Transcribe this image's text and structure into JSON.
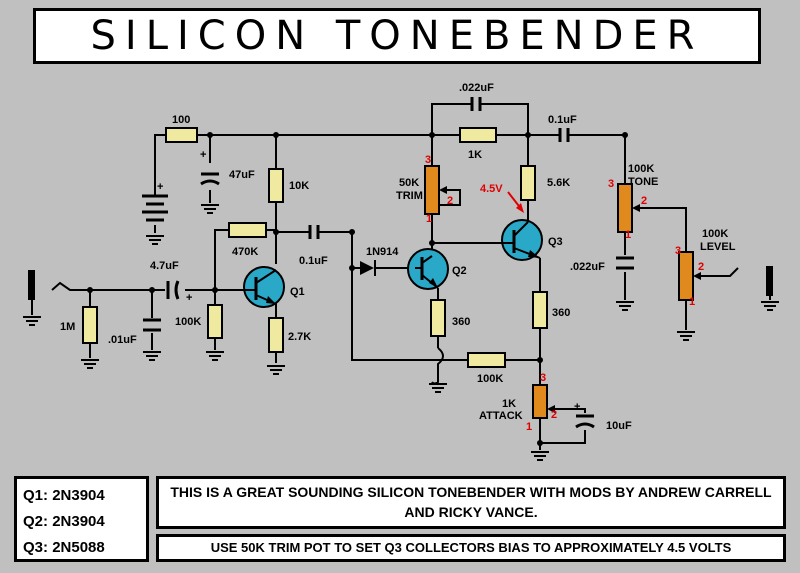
{
  "title": "SILICON TONEBENDER",
  "components": {
    "c_022_top": ".022uF",
    "c_01_out": "0.1uF",
    "r_100": "100",
    "c_47": "47uF",
    "r_10k": "10K",
    "r_1k": "1K",
    "trim_value": "50K",
    "trim_name": "TRIM",
    "voltage": "4.5V",
    "r_56k": "5.6K",
    "tone_value": "100K",
    "tone_name": "TONE",
    "r_470k": "470K",
    "c_01_mid": "0.1uF",
    "diode": "1N914",
    "c_47_in": "4.7uF",
    "r_1m": "1M",
    "c_01_in": ".01uF",
    "r_100k": "100K",
    "r_27k": "2.7K",
    "r_360_a": "360",
    "r_360_b": "360",
    "r_100k_fb": "100K",
    "attack_value": "1K",
    "attack_name": "ATTACK",
    "c_10": "10uF",
    "c_022_tone": ".022uF",
    "level_value": "100K",
    "level_name": "LEVEL",
    "q1": "Q1",
    "q2": "Q2",
    "q3": "Q3",
    "pin3": "3",
    "pin2": "2",
    "pin1": "1",
    "plus": "+"
  },
  "transistors": [
    {
      "label": "Q1:",
      "part": "2N3904"
    },
    {
      "label": "Q2:",
      "part": "2N3904"
    },
    {
      "label": "Q3:",
      "part": "2N5088"
    }
  ],
  "description": "THIS IS A GREAT SOUNDING SILICON TONEBENDER WITH MODS BY ANDREW CARRELL AND RICKY VANCE.",
  "note": "USE 50K TRIM POT TO SET Q3 COLLECTORS BIAS TO APPROXIMATELY 4.5 VOLTS",
  "colors": {
    "background": "#c0c0c0",
    "resistor": "#f0e9a0",
    "pot": "#e08a1e",
    "transistor": "#2aa8c8",
    "pin_numbers": "#e00000"
  }
}
